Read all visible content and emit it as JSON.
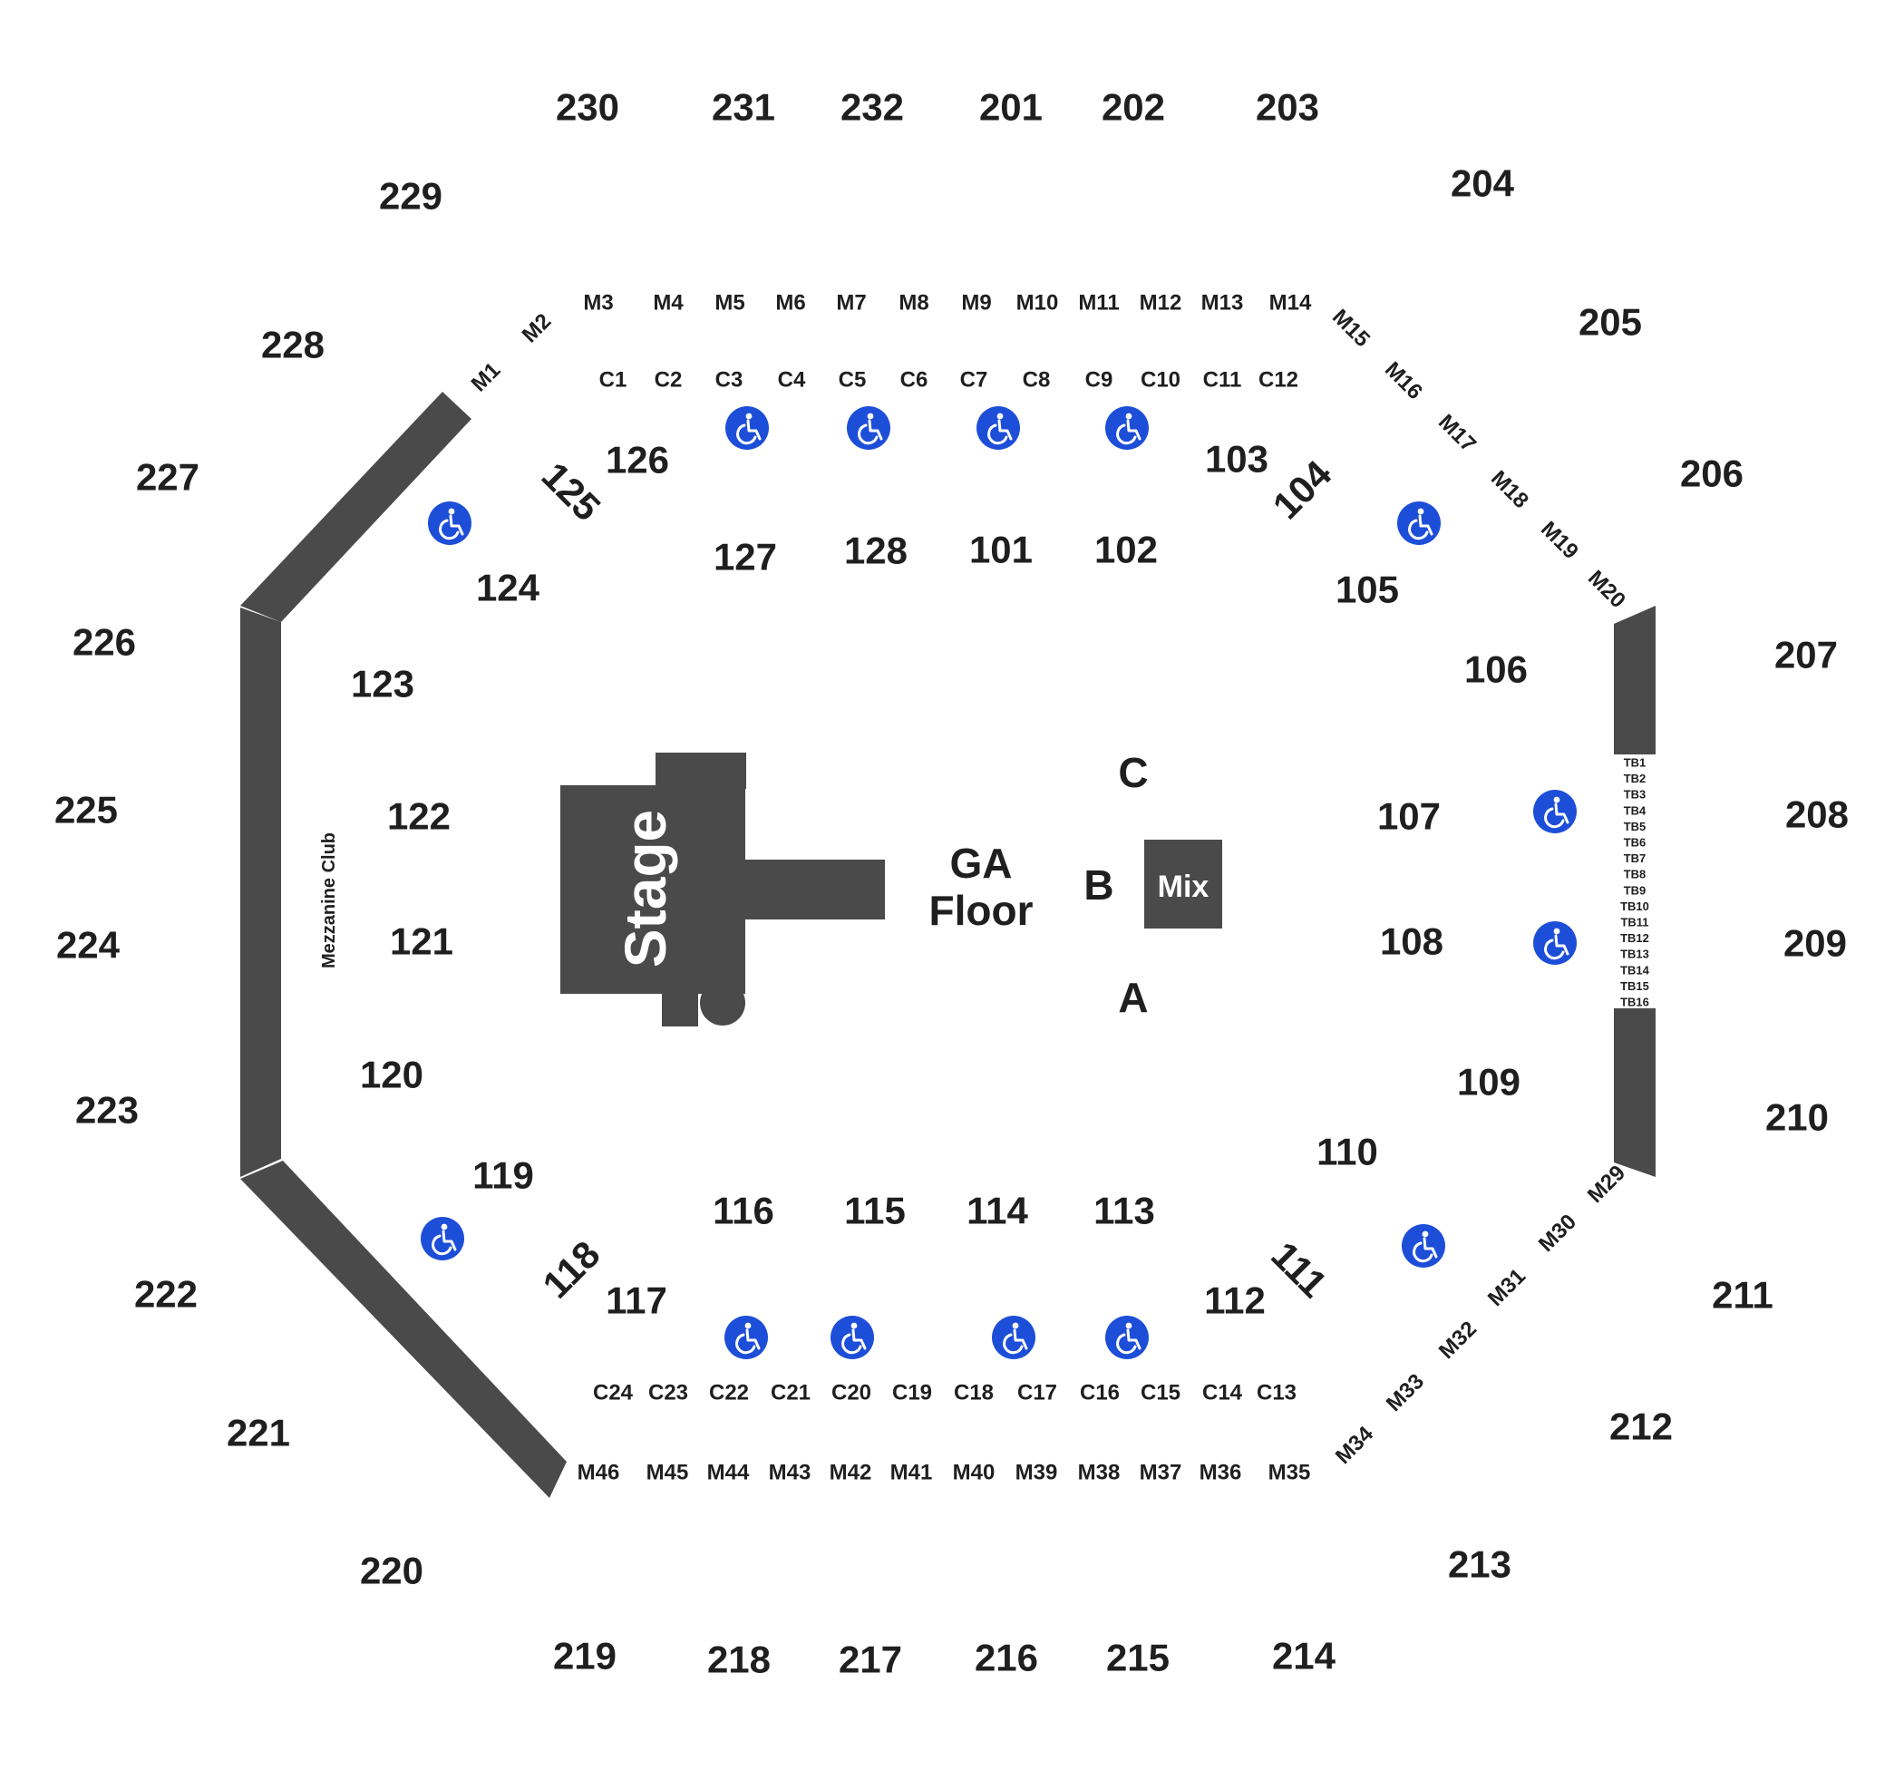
{
  "colors": {
    "structure": "#4a4a4a",
    "accessible": "#1d4ed8",
    "text": "#1f1f1f"
  },
  "icon": "wheelchair-icon",
  "upper_sections": [
    "230",
    "231",
    "232",
    "201",
    "202",
    "203",
    "204",
    "205",
    "206",
    "207",
    "208",
    "209",
    "210",
    "211",
    "212",
    "213",
    "214",
    "215",
    "216",
    "217",
    "218",
    "219",
    "220",
    "221",
    "222",
    "223",
    "224",
    "225",
    "226",
    "227",
    "228",
    "229"
  ],
  "lower_sections": [
    "126",
    "125",
    "124",
    "123",
    "122",
    "121",
    "120",
    "119",
    "118",
    "117",
    "116",
    "115",
    "114",
    "113",
    "112",
    "111",
    "110",
    "109",
    "108",
    "107",
    "106",
    "105",
    "104",
    "103",
    "127",
    "128",
    "101",
    "102"
  ],
  "mezzanine_boxes": [
    "M1",
    "M2",
    "M3",
    "M4",
    "M5",
    "M6",
    "M7",
    "M8",
    "M9",
    "M10",
    "M11",
    "M12",
    "M13",
    "M14",
    "M15",
    "M16",
    "M17",
    "M18",
    "M19",
    "M20",
    "M29",
    "M30",
    "M31",
    "M32",
    "M33",
    "M34",
    "M35",
    "M36",
    "M37",
    "M38",
    "M39",
    "M40",
    "M41",
    "M42",
    "M43",
    "M44",
    "M45",
    "M46"
  ],
  "club_boxes": [
    "C1",
    "C2",
    "C3",
    "C4",
    "C5",
    "C6",
    "C7",
    "C8",
    "C9",
    "C10",
    "C11",
    "C12",
    "C13",
    "C14",
    "C15",
    "C16",
    "C17",
    "C18",
    "C19",
    "C20",
    "C21",
    "C22",
    "C23",
    "C24"
  ],
  "table_boxes": [
    "TB1",
    "TB2",
    "TB3",
    "TB4",
    "TB5",
    "TB6",
    "TB7",
    "TB8",
    "TB9",
    "TB10",
    "TB11",
    "TB12",
    "TB13",
    "TB14",
    "TB15",
    "TB16"
  ],
  "floor": {
    "stage": "Stage",
    "ga_line1": "GA",
    "ga_line2": "Floor",
    "zone_a": "A",
    "zone_b": "B",
    "zone_c": "C",
    "mix": "Mix"
  },
  "mezzanine_club_label": "Mezzanine Club"
}
